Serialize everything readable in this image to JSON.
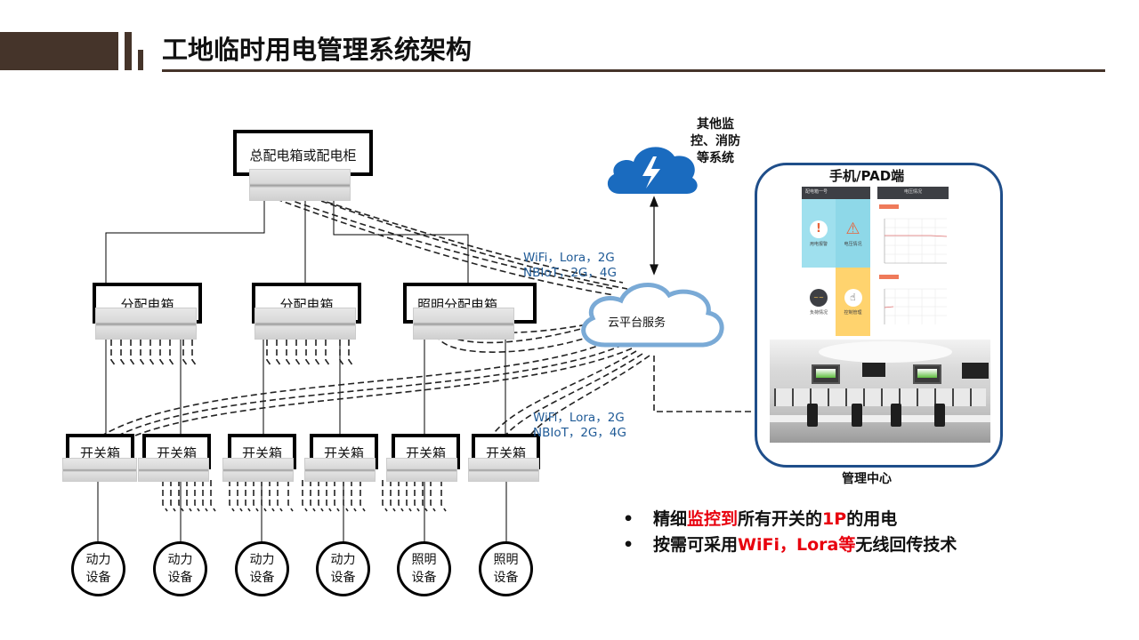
{
  "header": {
    "title": "工地临时用电管理系统架构"
  },
  "diagram": {
    "main_box": {
      "label": "总配电箱或配电柜"
    },
    "distribution_boxes": [
      {
        "label": "分配电箱"
      },
      {
        "label": "分配电箱"
      },
      {
        "label": "照明分配电箱"
      }
    ],
    "switch_boxes": [
      {
        "label": "开关箱"
      },
      {
        "label": "开关箱"
      },
      {
        "label": "开关箱"
      },
      {
        "label": "开关箱"
      },
      {
        "label": "开关箱"
      },
      {
        "label": "开关箱"
      }
    ],
    "devices": [
      {
        "line1": "动力",
        "line2": "设备"
      },
      {
        "line1": "动力",
        "line2": "设备"
      },
      {
        "line1": "动力",
        "line2": "设备"
      },
      {
        "line1": "动力",
        "line2": "设备"
      },
      {
        "line1": "照明",
        "line2": "设备"
      },
      {
        "line1": "照明",
        "line2": "设备"
      }
    ],
    "wireless_label_top": {
      "line1": "WiFi，Lora，2G",
      "line2": "NBIoT，2G，4G"
    },
    "wireless_label_bottom": {
      "line1": "WiFi，Lora，2G",
      "line2": "NBIoT，2G，4G"
    },
    "cloud_platform": {
      "label": "云平台服务"
    },
    "other_systems": {
      "line1": "其他监",
      "line2": "控、消防",
      "line3": "等系统",
      "icon": "lightning-cloud-icon"
    },
    "client_panel": {
      "title": "手机/PAD端",
      "caption": "管理中心",
      "phone_header_left": "配电箱一号",
      "phone_header_right": "电压情况",
      "tiles": [
        "用电报警",
        "电压情况",
        "负荷情况",
        "控制管理"
      ]
    }
  },
  "bullets": [
    {
      "parts": [
        {
          "text": "精细",
          "hl": false
        },
        {
          "text": "监控到",
          "hl": true
        },
        {
          "text": "所有开关的",
          "hl": false
        },
        {
          "text": "1P",
          "hl": true
        },
        {
          "text": "的用电",
          "hl": false
        }
      ]
    },
    {
      "parts": [
        {
          "text": "按需可采用",
          "hl": false
        },
        {
          "text": "WiFi，Lora等",
          "hl": true
        },
        {
          "text": "无线回传技术",
          "hl": false
        }
      ]
    }
  ],
  "colors": {
    "header_brown": "#45342a",
    "highlight_red": "#e8000d",
    "wireless_blue": "#1f5a96",
    "cloud_blue": "#1a6bbf",
    "cloud_outline": "#7aaad6",
    "panel_border": "#1f4e8a"
  }
}
